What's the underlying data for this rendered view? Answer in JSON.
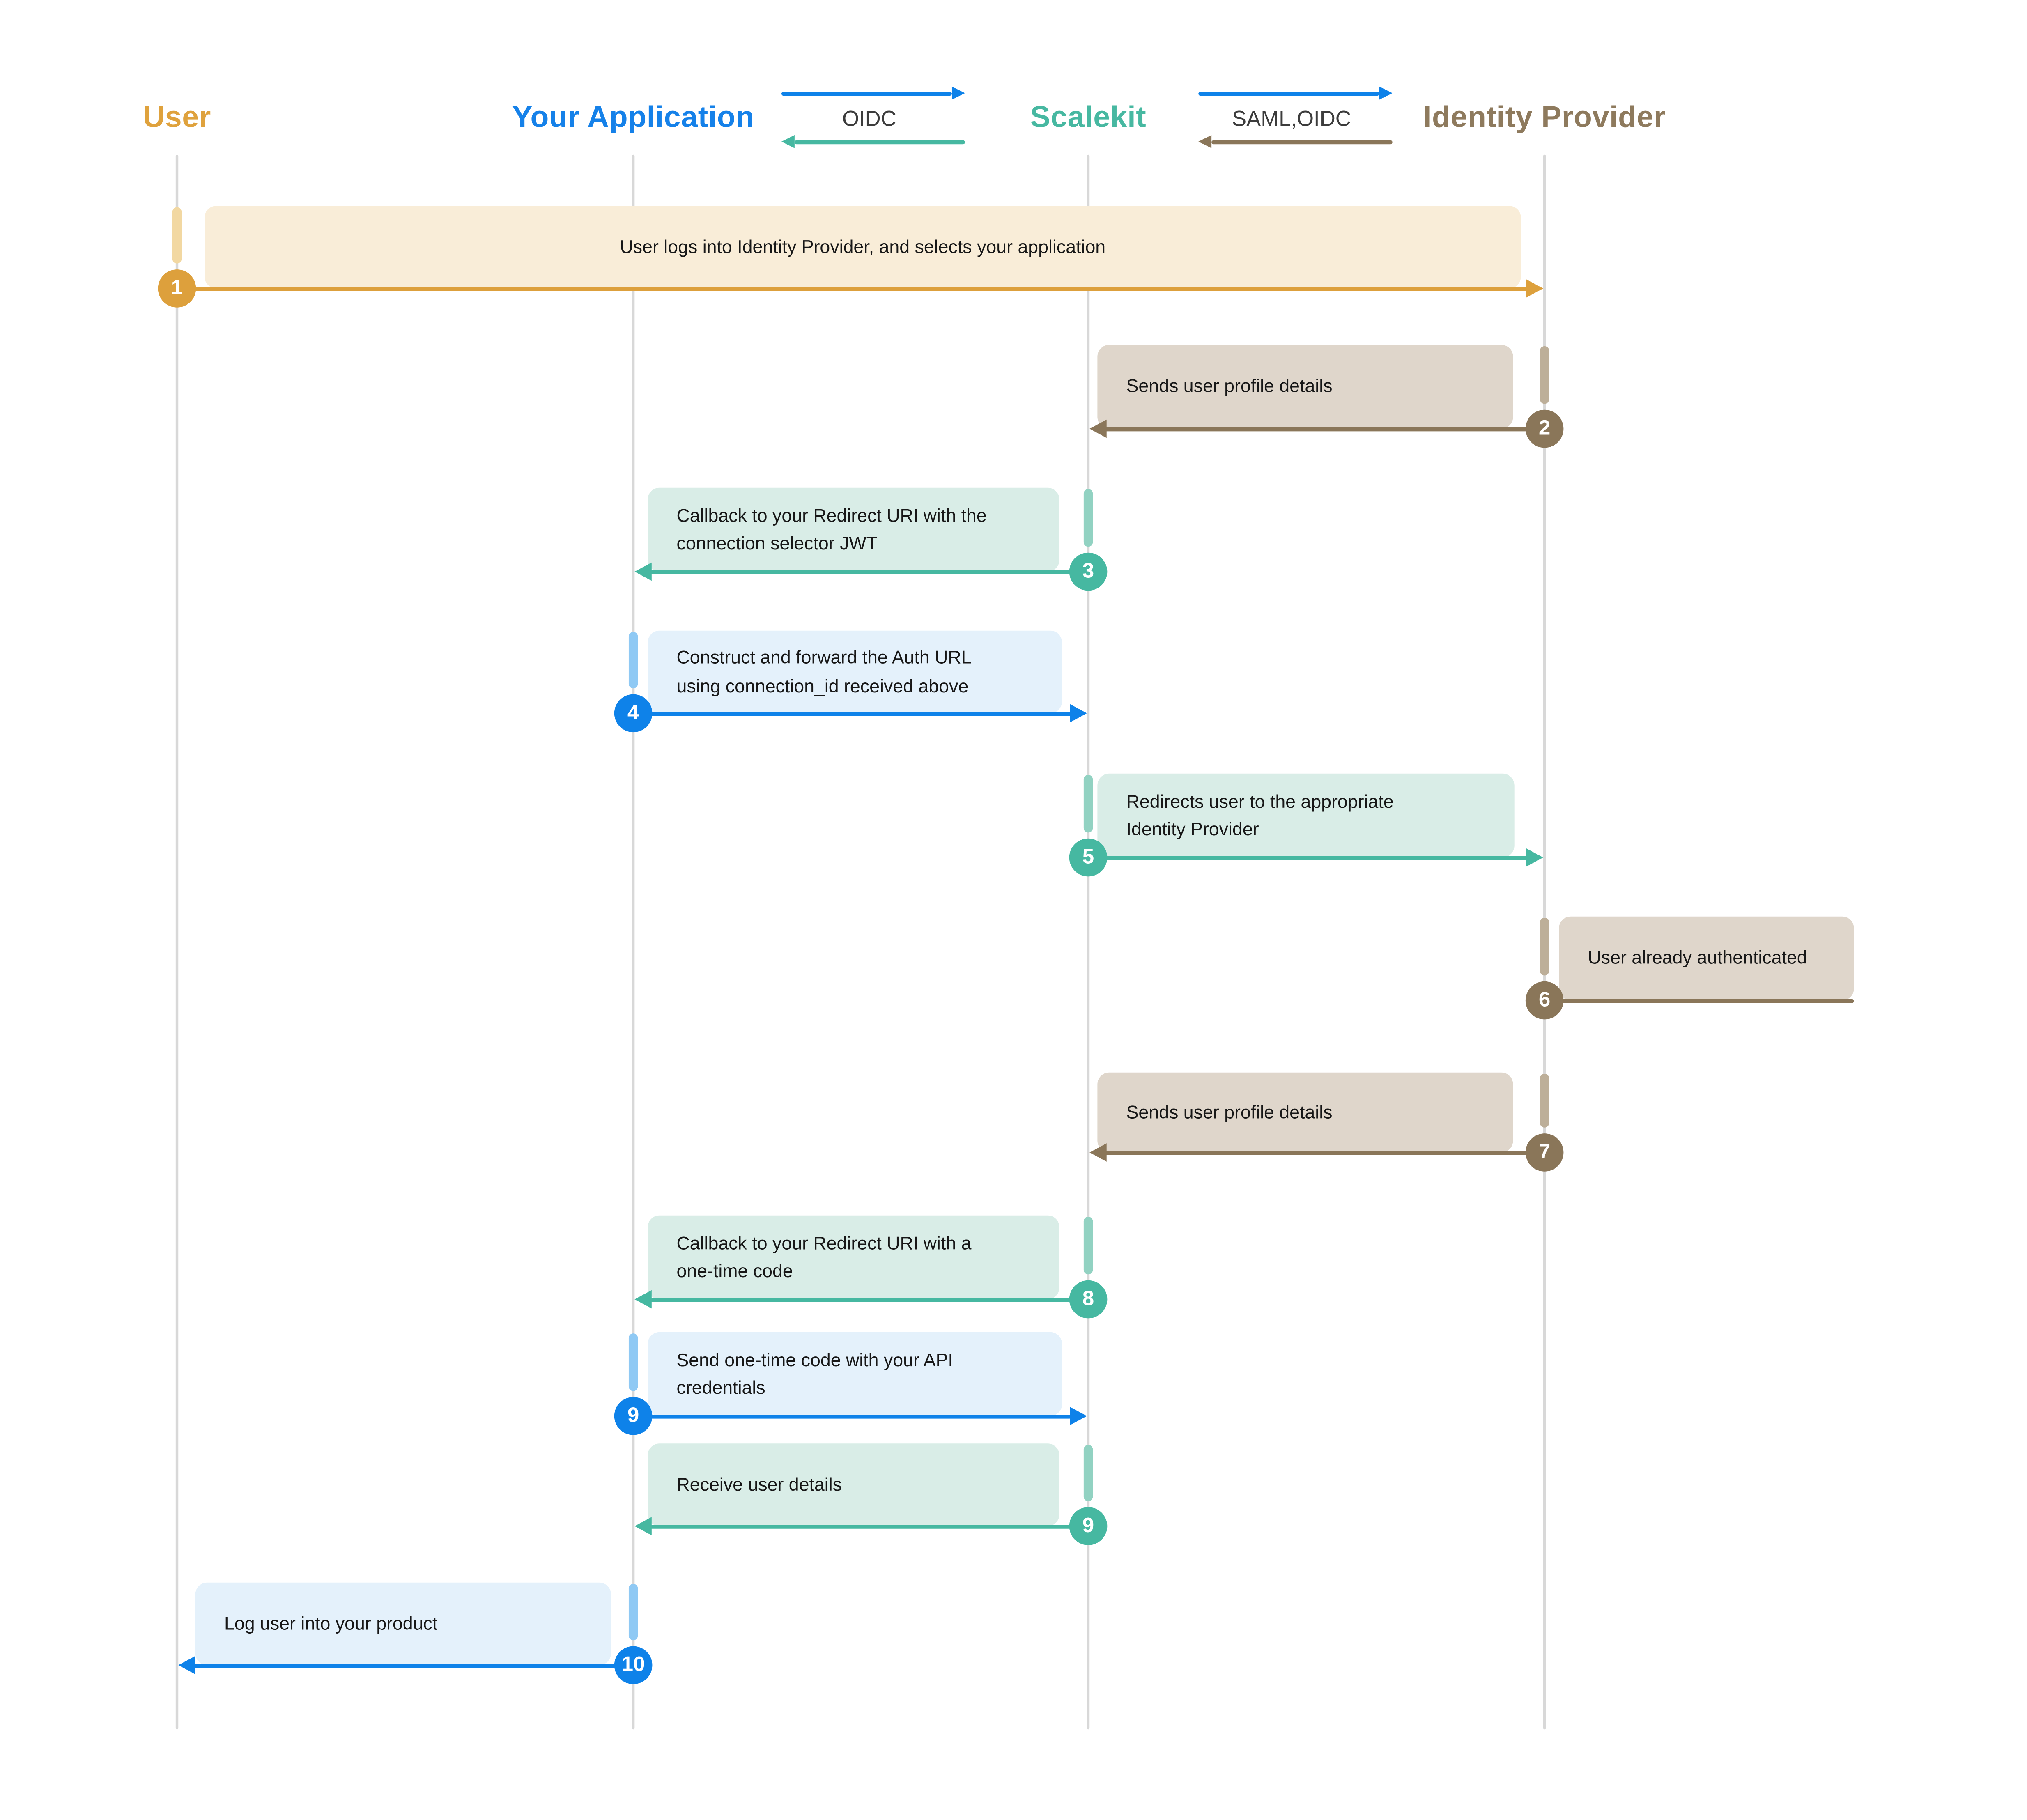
{
  "diagram_type": "sequence-diagram",
  "actors": [
    {
      "label": "User",
      "color": "#DFA23D"
    },
    {
      "label": "Your Application",
      "color": "#1581E9"
    },
    {
      "label": "Scalekit",
      "color": "#47B8A1"
    },
    {
      "label": "Identity Provider",
      "color": "#8E7A5D"
    }
  ],
  "protocols": [
    {
      "label": "OIDC",
      "between": [
        "Your Application",
        "Scalekit"
      ],
      "request_arrow_theme": "blue",
      "response_arrow_theme": "teal"
    },
    {
      "label": "SAML,OIDC",
      "between": [
        "Scalekit",
        "Identity Provider"
      ],
      "request_arrow_theme": "blue",
      "response_arrow_theme": "brown"
    }
  ],
  "themes": {
    "orange": {
      "main": "#DDA03C",
      "box": "#F9EDD8",
      "activation": "#F2D8A2"
    },
    "blue": {
      "main": "#0E82E9",
      "box": "#E4F1FB",
      "activation": "#8FC9F4"
    },
    "teal": {
      "main": "#46B8A1",
      "box": "#D9EDE7",
      "activation": "#92D2C2"
    },
    "brown": {
      "main": "#8A7659",
      "box": "#DFD6CB",
      "activation": "#BDAF99"
    }
  },
  "steps": [
    {
      "number": "1",
      "text": "User logs into Identity Provider, and selects your application",
      "from": "User",
      "to": "Identity Provider",
      "theme": "orange"
    },
    {
      "number": "2",
      "text": "Sends user profile details",
      "from": "Identity Provider",
      "to": "Scalekit",
      "theme": "brown"
    },
    {
      "number": "3",
      "text": "Callback to your Redirect URI with the\nconnection selector JWT",
      "from": "Scalekit",
      "to": "Your Application",
      "theme": "teal"
    },
    {
      "number": "4",
      "text": "Construct and forward the Auth URL\nusing connection_id received above",
      "from": "Your Application",
      "to": "Scalekit",
      "theme": "blue"
    },
    {
      "number": "5",
      "text": "Redirects user to the appropriate\nIdentity Provider",
      "from": "Scalekit",
      "to": "Identity Provider",
      "theme": "teal"
    },
    {
      "number": "6",
      "text": "User already authenticated",
      "from": "Identity Provider",
      "to": "Identity Provider",
      "self": true,
      "theme": "brown"
    },
    {
      "number": "7",
      "text": "Sends user profile details",
      "from": "Identity Provider",
      "to": "Scalekit",
      "theme": "brown"
    },
    {
      "number": "8",
      "text": "Callback to your Redirect URI with a\none-time code",
      "from": "Scalekit",
      "to": "Your Application",
      "theme": "teal"
    },
    {
      "number": "9",
      "text": "Send one-time code with your API\ncredentials",
      "from": "Your Application",
      "to": "Scalekit",
      "theme": "blue"
    },
    {
      "number": "9",
      "text": "Receive user details",
      "from": "Scalekit",
      "to": "Your Application",
      "theme": "teal"
    },
    {
      "number": "10",
      "text": "Log user into your product",
      "from": "Your Application",
      "to": "User",
      "theme": "blue"
    }
  ]
}
